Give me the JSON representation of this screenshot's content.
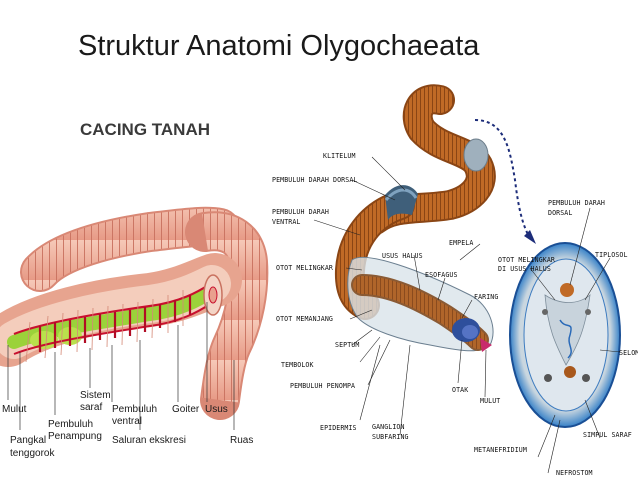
{
  "title": "Struktur Anatomi Olygochaeata",
  "left_diagram": {
    "title": "CACING TANAH",
    "labels": {
      "mulut": "Mulut",
      "pangkal_1": "Pangkal",
      "pangkal_2": "tenggorok",
      "pembuluh_penampung_1": "Pembuluh",
      "pembuluh_penampung_2": "Penampung",
      "sistem_saraf_1": "Sistem",
      "sistem_saraf_2": "saraf",
      "pembuluh_ventral_1": "Pembuluh",
      "pembuluh_ventral_2": "ventral",
      "saluran_ekskresi": "Saluran ekskresi",
      "goiter": "Goiter",
      "usus": "Usus",
      "ruas": "Ruas"
    }
  },
  "right_diagram": {
    "labels": {
      "klitelum": "KLITELUM",
      "pembuluh_darah_dorsal": "PEMBULUH DARAH DORSAL",
      "pembuluh_darah_ventral_1": "PEMBULUH DARAH",
      "pembuluh_darah_ventral_2": "VENTRAL",
      "otot_melingkar": "OTOT MELINGKAR",
      "otot_memanjang": "OTOT MEMANJANG",
      "tembolok": "TEMBOLOK",
      "septum": "SEPTUM",
      "pembuluh_penompa": "PEMBULUH PENOMPA",
      "epidermis": "EPIDERMIS",
      "ganglion_1": "GANGLION",
      "ganglion_2": "SUBFARING",
      "usus_halus": "USUS HALUS",
      "empela": "EMPELA",
      "esofagus": "ESOFAGUS",
      "faring": "FARING",
      "otak": "OTAK",
      "mulut": "MULUT",
      "otot_melingkar_usus_1": "OTOT MELINGKAR",
      "otot_melingkar_usus_2": "DI USUS HALUS",
      "pembuluh_dorsal_1": "PEMBULUH DARAH",
      "pembuluh_dorsal_2": "DORSAL",
      "tiplosol": "TIPLOSOL",
      "selom": "SELOM",
      "simpul_saraf": "SIMPUL SARAF",
      "metanefridium": "METANEFRIDIUM",
      "nefrostom": "NEFROSTOM"
    }
  }
}
